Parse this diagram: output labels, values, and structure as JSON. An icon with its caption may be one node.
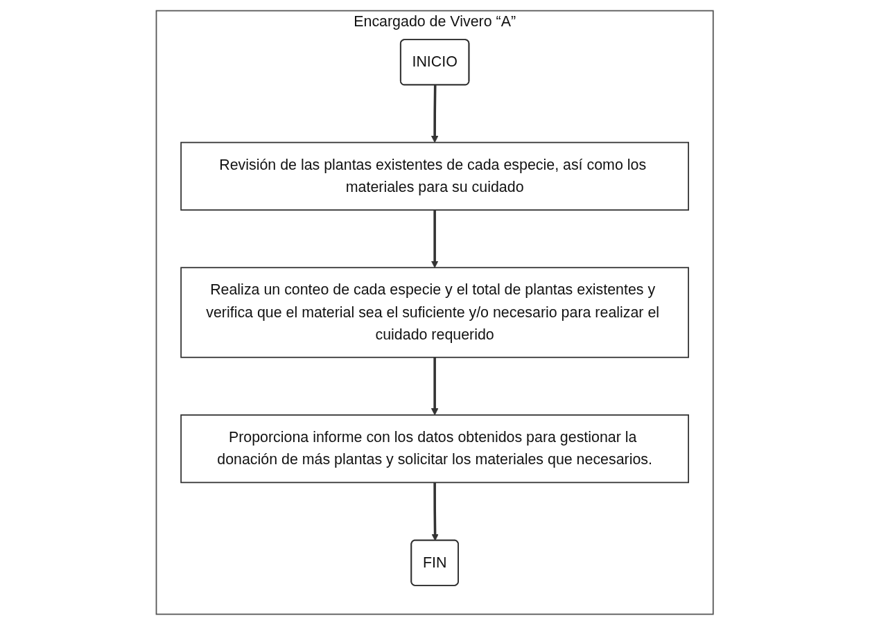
{
  "diagram": {
    "nodes": [
      {
        "text": [
          "Encargado de Vivero “A”"
        ]
      },
      {
        "text": [
          "INICIO"
        ],
        "in": 0
      },
      {
        "text": [
          "Revisión de las plantas existentes de cada especie, así como los materiales para su cuidado"
        ],
        "in": 0
      },
      {
        "text": [
          "Realiza un conteo de cada especie y el total de plantas existentes y verifica que el material sea el suficiente y/o necesario para realizar el cuidado requerido"
        ],
        "in": 0
      },
      {
        "text": [
          "Proporciona informe con los datos obtenidos para gestionar la donación de más plantas y solicitar los materiales que necesarios."
        ],
        "in": 0
      },
      {
        "text": [
          "FIN"
        ],
        "in": 0
      }
    ],
    "edges": [
      {
        "from": 1,
        "to": 2,
        "arrow": "to"
      },
      {
        "from": 2,
        "to": 3,
        "arrow": "to"
      },
      {
        "from": 3,
        "to": 4,
        "arrow": "to"
      },
      {
        "from": 4,
        "to": 5,
        "arrow": "to"
      }
    ]
  }
}
